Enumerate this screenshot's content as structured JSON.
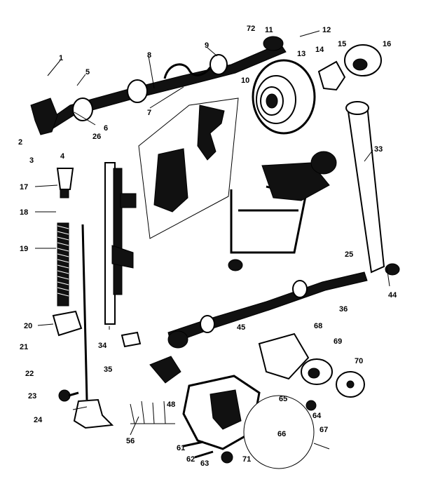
{
  "callouts": [
    "1",
    "2",
    "3",
    "4",
    "5",
    "6",
    "7",
    "8",
    "9",
    "10",
    "11",
    "12",
    "13",
    "14",
    "15",
    "16",
    "17",
    "18",
    "19",
    "20",
    "21",
    "22",
    "23",
    "24",
    "25",
    "26",
    "33",
    "34",
    "35",
    "36",
    "44",
    "45",
    "48",
    "56",
    "61",
    "62",
    "63",
    "64",
    "65",
    "66",
    "67",
    "68",
    "69",
    "70",
    "71",
    "72"
  ],
  "icons": [
    "hook-assembly-icon",
    "bobbin-case-icon",
    "handwheel-icon",
    "spring-icon",
    "presser-foot-icon"
  ]
}
